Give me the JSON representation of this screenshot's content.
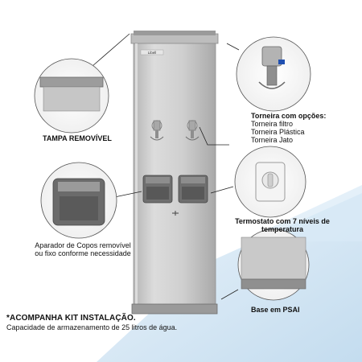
{
  "product": {
    "brand_badge": "Libell"
  },
  "callouts": {
    "lid": {
      "label": "TAMPA REMOVÍVEL"
    },
    "faucet": {
      "title": "Torneira com opções:",
      "options": [
        "Torneira filtro",
        "Torneira Plástica",
        "Torneira Jato"
      ]
    },
    "thermostat": {
      "line1": "Termostato com 7 níveis de",
      "line2": "temperatura"
    },
    "cup_rest": {
      "line1": "Aparador de Copos removível",
      "line2": "ou fixo conforme necessidade"
    },
    "base": {
      "label": "Base em PSAI"
    }
  },
  "footer": {
    "kit_line": "*ACOMPANHA KIT INSTALAÇÃO.",
    "capacity_line": "Capacidade de armazenamento de 25 litros de água."
  },
  "colors": {
    "steel": "#c7c7c7",
    "steel_dark": "#8f8f8f",
    "steel_light": "#e3e3e3",
    "accent_blue": "#cfe3f3",
    "lead_line": "#222222"
  }
}
